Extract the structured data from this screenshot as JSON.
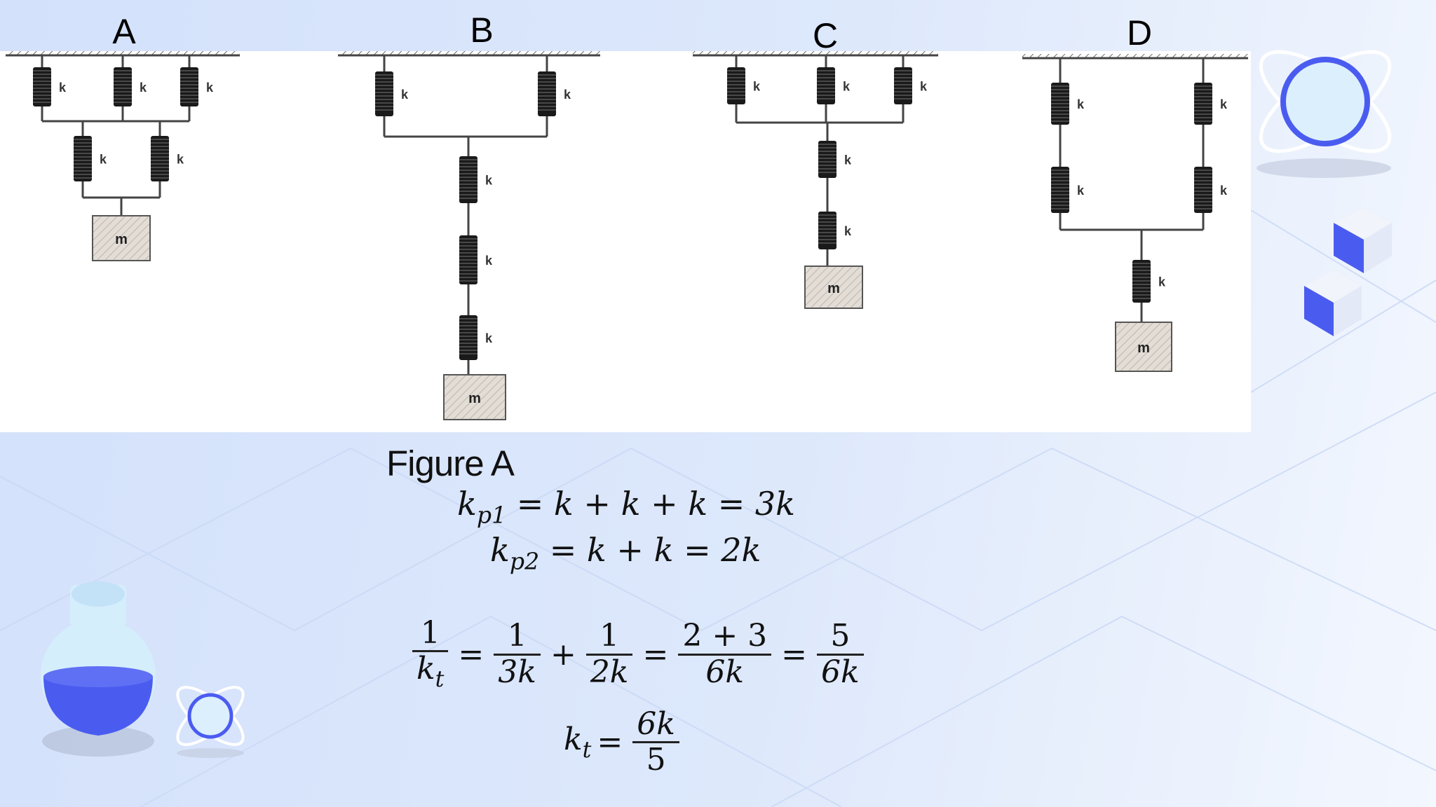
{
  "diagram": {
    "labels": {
      "a": "A",
      "b": "B",
      "c": "C",
      "d": "D"
    },
    "spring_label": "k",
    "mass_label": "m"
  },
  "caption": "Figure A",
  "equations": {
    "kp1": {
      "lhs": "k",
      "sub": "p1",
      "rhs": "= k + k + k = 3k"
    },
    "kp2": {
      "lhs": "k",
      "sub": "p2",
      "rhs": "= k + k = 2k"
    },
    "sum": {
      "f1_num": "1",
      "f1_den": "k",
      "f1_den_sub": "t",
      "eq1": "=",
      "f2_num": "1",
      "f2_den": "3k",
      "plus": "+",
      "f3_num": "1",
      "f3_den": "2k",
      "eq2": "=",
      "f4_num": "2 + 3",
      "f4_den": "6k",
      "eq3": "=",
      "f5_num": "5",
      "f5_den": "6k"
    },
    "kt": {
      "lhs": "k",
      "sub": "t",
      "eq": "=",
      "num": "6k",
      "den": "5"
    }
  },
  "colors": {
    "accent": "#4a5cf0",
    "panel": "#ffffff",
    "background": "#d8e4fb"
  }
}
